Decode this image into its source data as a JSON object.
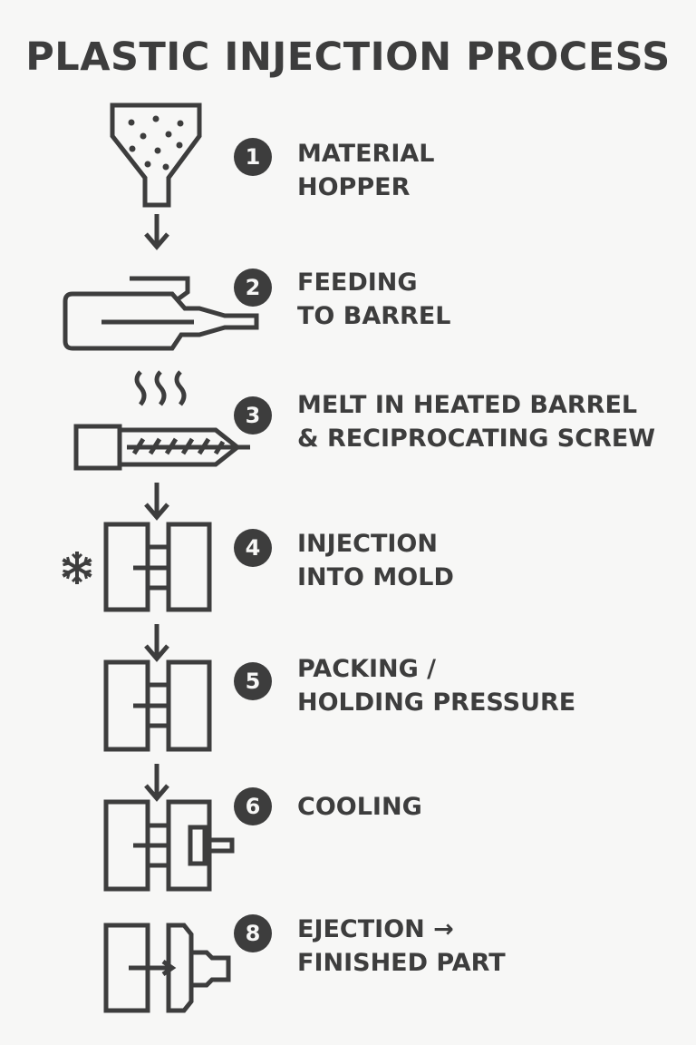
{
  "title": "PLASTIC INJECTION PROCESS",
  "steps": [
    {
      "number": "1",
      "line1": "MATERIAL",
      "line2": "HOPPER",
      "icon": "hopper-icon"
    },
    {
      "number": "2",
      "line1": "FEEDING",
      "line2": "TO BARREL",
      "icon": "barrel-icon"
    },
    {
      "number": "3",
      "line1": "MELT IN HEATED BARREL",
      "line2": "& RECIPROCATING SCREW",
      "icon": "heated-screw-icon"
    },
    {
      "number": "4",
      "line1": "INJECTION",
      "line2": "INTO MOLD",
      "icon": "mold-icon"
    },
    {
      "number": "5",
      "line1": "PACKING /",
      "line2": "HOLDING PRESSURE",
      "icon": "mold-icon"
    },
    {
      "number": "6",
      "line1": "COOLING",
      "line2": "",
      "icon": "mold-cooling-icon"
    },
    {
      "number": "8",
      "line1": "EJECTION →",
      "line2": "FINISHED PART",
      "icon": "mold-open-icon"
    }
  ],
  "colors": {
    "ink": "#3d3d3d",
    "background": "#f7f7f6"
  }
}
